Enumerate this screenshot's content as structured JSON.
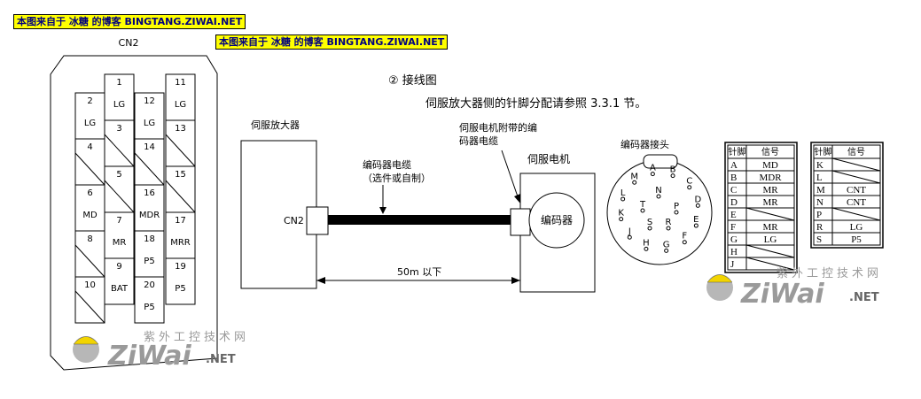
{
  "banners": {
    "top": "本图来自于 冰糖 的博客 BINGTANG.ZIWAI.NET",
    "second": "本图来自于 冰糖 的博客 BINGTANG.ZIWAI.NET"
  },
  "connector": {
    "title": "CN2",
    "cells": [
      {
        "pin": "1",
        "signal": "LG"
      },
      {
        "pin": "2",
        "signal": "LG"
      },
      {
        "pin": "3",
        "signal": ""
      },
      {
        "pin": "4",
        "signal": ""
      },
      {
        "pin": "5",
        "signal": ""
      },
      {
        "pin": "6",
        "signal": "MD"
      },
      {
        "pin": "7",
        "signal": "MR"
      },
      {
        "pin": "8",
        "signal": ""
      },
      {
        "pin": "9",
        "signal": "BAT"
      },
      {
        "pin": "10",
        "signal": ""
      },
      {
        "pin": "11",
        "signal": "LG"
      },
      {
        "pin": "12",
        "signal": "LG"
      },
      {
        "pin": "13",
        "signal": ""
      },
      {
        "pin": "14",
        "signal": ""
      },
      {
        "pin": "15",
        "signal": ""
      },
      {
        "pin": "16",
        "signal": "MDR"
      },
      {
        "pin": "17",
        "signal": "MRR"
      },
      {
        "pin": "18",
        "signal": "P5"
      },
      {
        "pin": "19",
        "signal": "P5"
      },
      {
        "pin": "20",
        "signal": "P5"
      }
    ]
  },
  "wiring": {
    "section_title": "② 接线图",
    "note": "伺服放大器侧的针脚分配请参照 3.3.1 节。",
    "amplifier_label": "伺服放大器",
    "cn2_label": "CN2",
    "cable_label_1": "编码器电缆",
    "cable_label_2": "（选件或自制）",
    "motor_cable_label_1": "伺服电机附带的编",
    "motor_cable_label_2": "码器电缆",
    "motor_label": "伺服电机",
    "encoder_label": "编码器",
    "distance_label": "50m 以下"
  },
  "encoder_connector": {
    "title": "编码器接头",
    "pins": [
      "A",
      "B",
      "C",
      "D",
      "E",
      "F",
      "G",
      "H",
      "J",
      "K",
      "L",
      "M",
      "N",
      "P",
      "R",
      "S",
      "T"
    ]
  },
  "pin_table_1": {
    "headers": [
      "针脚",
      "信号"
    ],
    "rows": [
      {
        "pin": "A",
        "signal": "MD"
      },
      {
        "pin": "B",
        "signal": "MDR"
      },
      {
        "pin": "C",
        "signal": "MR"
      },
      {
        "pin": "D",
        "signal": "MR"
      },
      {
        "pin": "E",
        "signal": ""
      },
      {
        "pin": "F",
        "signal": "MR"
      },
      {
        "pin": "G",
        "signal": "LG"
      },
      {
        "pin": "H",
        "signal": ""
      },
      {
        "pin": "J",
        "signal": ""
      }
    ]
  },
  "pin_table_2": {
    "headers": [
      "针脚",
      "信号"
    ],
    "rows": [
      {
        "pin": "K",
        "signal": ""
      },
      {
        "pin": "L",
        "signal": ""
      },
      {
        "pin": "M",
        "signal": "CNT"
      },
      {
        "pin": "N",
        "signal": "CNT"
      },
      {
        "pin": "P",
        "signal": ""
      },
      {
        "pin": "R",
        "signal": "LG"
      },
      {
        "pin": "S",
        "signal": "P5"
      }
    ]
  },
  "watermarks": {
    "cn_text": "紫外工控技术网",
    "logo_text": "ZiWai",
    "net_text": ".NET"
  },
  "colors": {
    "banner_bg": "#ffff00",
    "banner_text": "#000080",
    "watermark": "#9a9a9a",
    "cable": "#000000"
  }
}
